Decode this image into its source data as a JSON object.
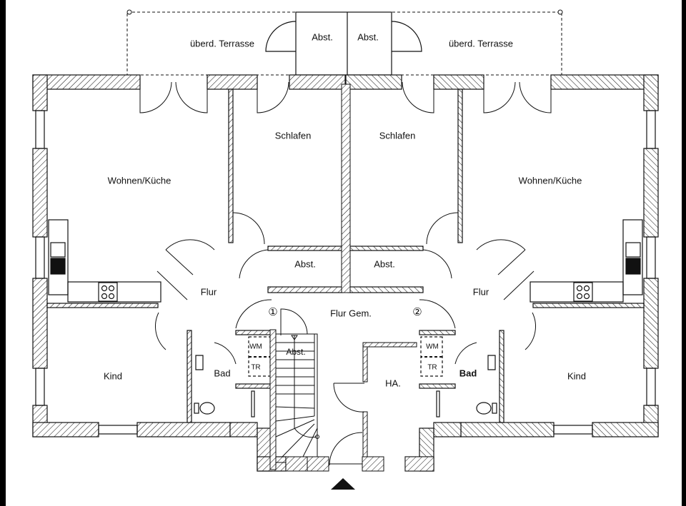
{
  "plan": {
    "labels": {
      "terrace_left": "überd. Terrasse",
      "terrace_right": "überd. Terrasse",
      "abst_top_left": "Abst.",
      "abst_top_right": "Abst.",
      "schlafen_left": "Schlafen",
      "schlafen_right": "Schlafen",
      "wohnen_left": "Wohnen/Küche",
      "wohnen_right": "Wohnen/Küche",
      "abst_mid_left": "Abst.",
      "abst_mid_right": "Abst.",
      "flur_left": "Flur",
      "flur_right": "Flur",
      "flur_gem": "Flur Gem.",
      "unit_1": "①",
      "unit_2": "②",
      "wm_left": "WM",
      "tr_left": "TR",
      "wm_right": "WM",
      "tr_right": "TR",
      "abst_stair": "Abst.",
      "bad_left": "Bad",
      "bad_right": "Bad",
      "kind_left": "Kind",
      "kind_right": "Kind",
      "ha": "HA."
    },
    "colors": {
      "line": "#111111",
      "background": "#ffffff"
    }
  }
}
